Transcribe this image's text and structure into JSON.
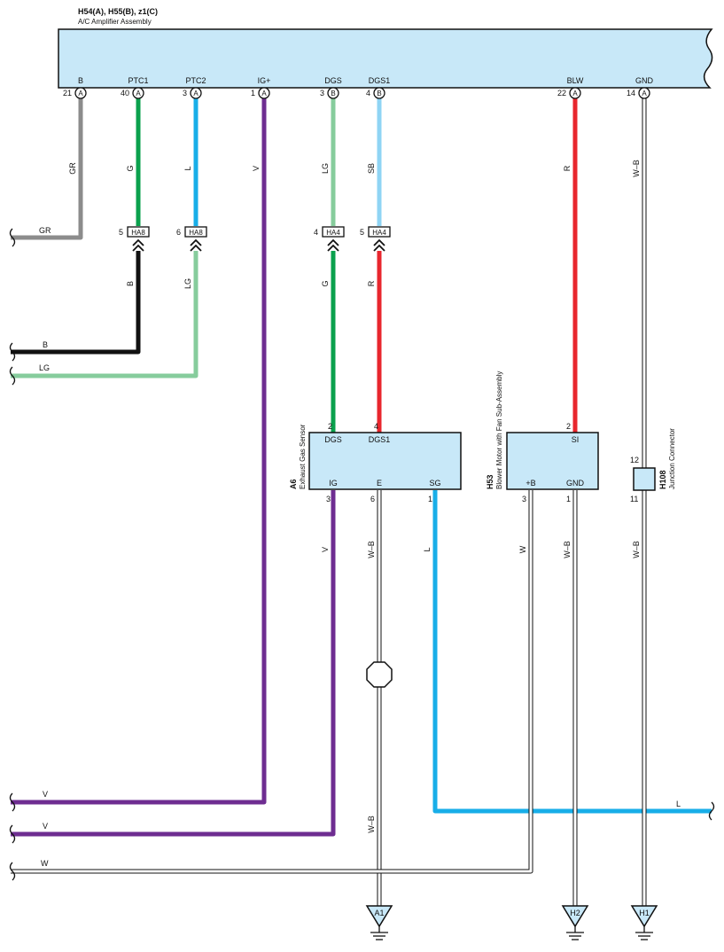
{
  "header": {
    "title": "H54(A), H55(B), z1(C)",
    "subtitle": "A/C Amplifier Assembly"
  },
  "colors": {
    "GR": "#8c8c8c",
    "G": "#0aa14d",
    "L": "#18aee8",
    "V": "#6e2d91",
    "LG": "#86cc9c",
    "SB": "#8fd4f4",
    "R": "#e8262d",
    "B": "#111111",
    "W": "#bdbdbd",
    "WB": "#bdbdbd",
    "component": "#c8e8f8"
  },
  "amplifier_pins": [
    {
      "name": "B",
      "pin": "21",
      "conn": "A"
    },
    {
      "name": "PTC1",
      "pin": "40",
      "conn": "A"
    },
    {
      "name": "PTC2",
      "pin": "3",
      "conn": "A"
    },
    {
      "name": "IG+",
      "pin": "1",
      "conn": "A"
    },
    {
      "name": "DGS",
      "pin": "3",
      "conn": "B"
    },
    {
      "name": "DGS1",
      "pin": "4",
      "conn": "B"
    },
    {
      "name": "BLW",
      "pin": "22",
      "conn": "A"
    },
    {
      "name": "GND",
      "pin": "14",
      "conn": "A"
    }
  ],
  "wire_labels": {
    "gr": "GR",
    "g": "G",
    "l": "L",
    "v": "V",
    "lg": "LG",
    "sb": "SB",
    "r": "R",
    "wb": "W–B",
    "b": "B",
    "w": "W"
  },
  "junctions": [
    {
      "id": "HA8",
      "pin": "5"
    },
    {
      "id": "HA8",
      "pin": "6"
    },
    {
      "id": "HA4",
      "pin": "4"
    },
    {
      "id": "HA4",
      "pin": "5"
    }
  ],
  "sensor": {
    "code": "A6",
    "name": "Exhaust Gas Sensor",
    "top_pins": [
      {
        "name": "DGS",
        "pin": "2"
      },
      {
        "name": "DGS1",
        "pin": "4"
      }
    ],
    "bottom_pins": [
      {
        "name": "IG",
        "pin": "3"
      },
      {
        "name": "E",
        "pin": "6"
      },
      {
        "name": "SG",
        "pin": "1"
      }
    ]
  },
  "blower": {
    "code": "H53",
    "name": "Blower Motor with Fan Sub-Assembly",
    "top_pins": [
      {
        "name": "SI",
        "pin": "2"
      }
    ],
    "bottom_pins": [
      {
        "name": "+B",
        "pin": "3"
      },
      {
        "name": "GND",
        "pin": "1"
      }
    ]
  },
  "junction_connector": {
    "code": "H108",
    "name": "Junction Connector",
    "pin_top": "12",
    "pin_bottom": "11"
  },
  "grounds": [
    "A1",
    "H2",
    "H1"
  ]
}
